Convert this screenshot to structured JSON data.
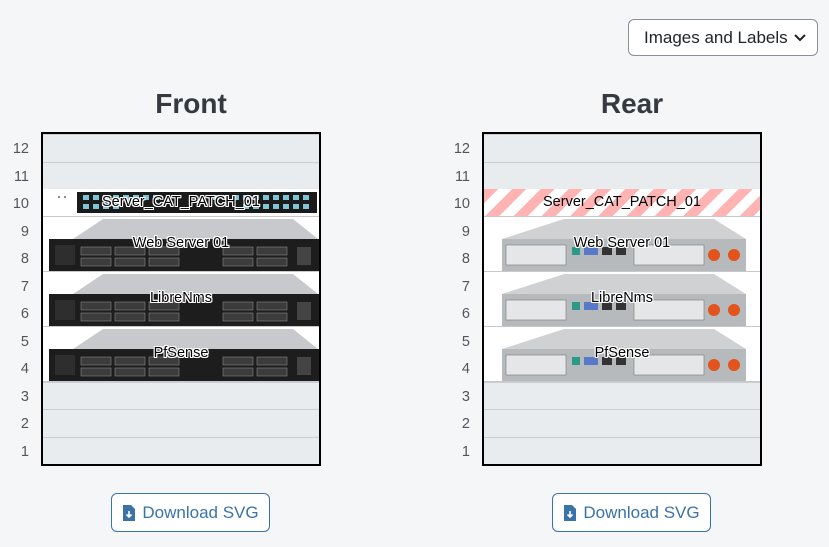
{
  "view_select": {
    "value": "Images and Labels"
  },
  "unit_numbers": [
    "12",
    "11",
    "10",
    "9",
    "8",
    "7",
    "6",
    "5",
    "4",
    "3",
    "2",
    "1"
  ],
  "front": {
    "title": "Front",
    "devices": [
      {
        "label": "Server_CAT_PATCH_01"
      },
      {
        "label": "Web Server 01"
      },
      {
        "label": "LibreNms"
      },
      {
        "label": "PfSense"
      }
    ],
    "download_label": "Download SVG"
  },
  "rear": {
    "title": "Rear",
    "devices": [
      {
        "label": "Server_CAT_PATCH_01"
      },
      {
        "label": "Web Server 01"
      },
      {
        "label": "LibreNms"
      },
      {
        "label": "PfSense"
      }
    ],
    "download_label": "Download SVG"
  },
  "colors": {
    "accent": "#3a73a8",
    "rack_empty": "#e9ecef",
    "rear_patch_stripe": "#ffb3b3"
  }
}
